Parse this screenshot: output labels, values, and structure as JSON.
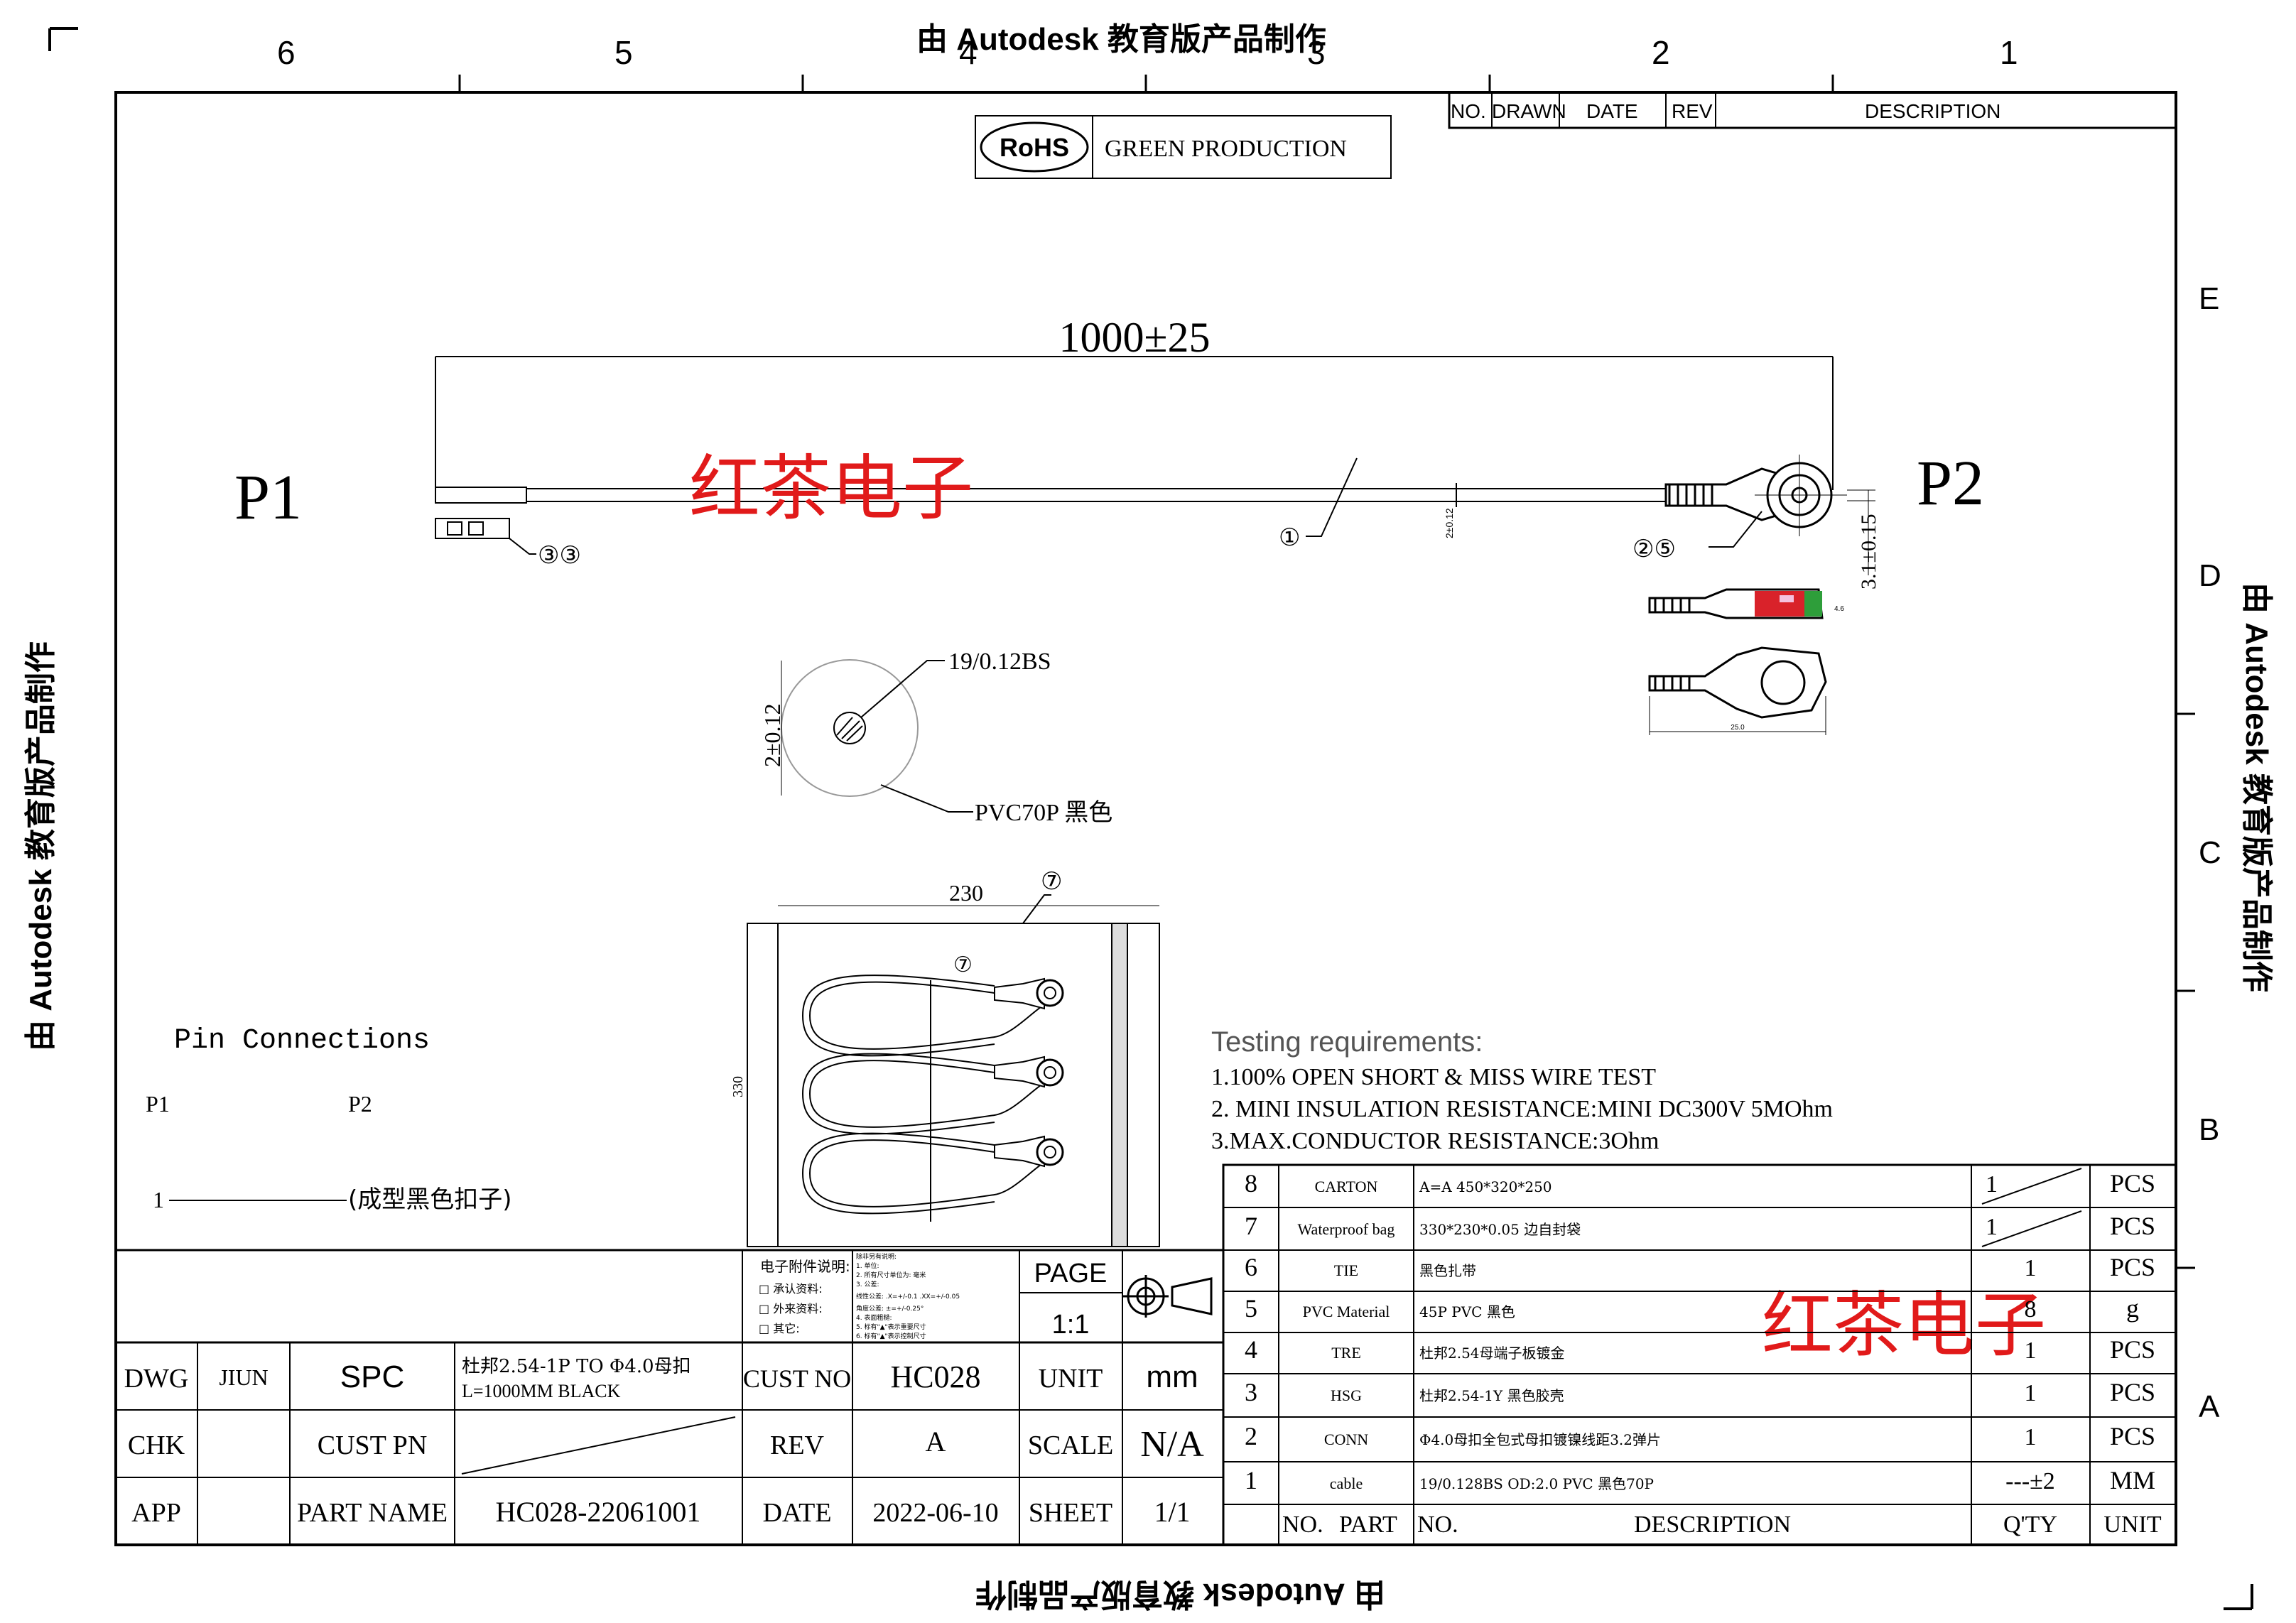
{
  "watermark": {
    "top": "由 Autodesk 教育版产品制作",
    "left": "由 Autodesk 教育版产品制作",
    "right": "由 Autodesk 教育版产品制作",
    "bottom": "由 Autodesk 教育版产品制作"
  },
  "zones": {
    "columns": [
      "6",
      "5",
      "4",
      "3",
      "2",
      "1"
    ],
    "rows": [
      "E",
      "D",
      "C",
      "B",
      "A"
    ]
  },
  "revision_table": {
    "headers": [
      "NO.",
      "DRAWN",
      "DATE",
      "REV",
      "DESCRIPTION"
    ]
  },
  "rohs": {
    "badge": "RoHS",
    "text": "GREEN  PRODUCTION"
  },
  "cable": {
    "length": "1000±25",
    "p1": "P1",
    "p2": "P2",
    "callout_1": "①",
    "callout_33": "③③",
    "callout_25": "②⑤",
    "dim_small": "2±0.12",
    "dim_snap": "3.1±0.15",
    "dim_tiny": "4.6",
    "dim_snap_len": "25.0"
  },
  "section": {
    "conductor": "19/0.12BS",
    "insulation": "PVC70P 黑色",
    "diameter": "2±0.12"
  },
  "package": {
    "width": "230",
    "height": "330",
    "callout": "⑦",
    "callout_inner": "⑦"
  },
  "brand_overlay": "红茶电子",
  "pin_connections": {
    "title": "Pin Connections",
    "col1": "P1",
    "col2": "P2",
    "row_pin": "1",
    "row_desc": "(成型黑色扣子)"
  },
  "testing": {
    "title": "Testing requirements:",
    "lines": [
      "1.100% OPEN SHORT & MISS WIRE TEST",
      "2. MINI INSULATION RESISTANCE:MINI DC300V 5MOhm",
      "3.MAX.CONDUCTOR RESISTANCE:3Ohm"
    ]
  },
  "bom": {
    "rows": [
      {
        "no": "8",
        "part": "CARTON",
        "desc": "A=A 450*320*250",
        "qty": "1",
        "unit": "PCS"
      },
      {
        "no": "7",
        "part": "Waterproof bag",
        "desc": "330*230*0.05 边自封袋",
        "qty": "1",
        "unit": "PCS"
      },
      {
        "no": "6",
        "part": "TIE",
        "desc": "黑色扎带",
        "qty": "1",
        "unit": "PCS"
      },
      {
        "no": "5",
        "part": "PVC Material",
        "desc": "45P PVC 黑色",
        "qty": "8",
        "unit": "g"
      },
      {
        "no": "4",
        "part": "TRE",
        "desc": "杜邦2.54母端子板镀金",
        "qty": "1",
        "unit": "PCS"
      },
      {
        "no": "3",
        "part": "HSG",
        "desc": "杜邦2.54-1Y 黑色胶壳",
        "qty": "1",
        "unit": "PCS"
      },
      {
        "no": "2",
        "part": "CONN",
        "desc": "Φ4.0母扣全包式母扣镀镍线距3.2弹片",
        "qty": "1",
        "unit": "PCS"
      },
      {
        "no": "1",
        "part": "cable",
        "desc": "19/0.128BS OD:2.0 PVC 黑色70P",
        "qty": "---±2",
        "unit": "MM"
      }
    ],
    "header": {
      "no": "NO.",
      "part": "PART",
      "pno": "NO.",
      "desc": "DESCRIPTION",
      "qty": "Q'TY",
      "unit": "UNIT"
    }
  },
  "notes_block": {
    "title": "电子附件说明:",
    "items": [
      "□ 承认资料:",
      "□ 外来资料:",
      "□ 其它:"
    ],
    "tol_lines": [
      "除非另有说明:",
      "1. 单位:",
      "2. 所有尺寸单位为: 毫米",
      "3. 公差:",
      "线性公差: .X=+/-0.1  .XX=+/-0.05",
      "角度公差: ±=+/-0.25°",
      "4. 表面粗糙:",
      "5. 标有\"▲\"表示重要尺寸",
      "6. 标有\"▲\"表示控制尺寸"
    ],
    "page_label": "PAGE",
    "page_value": "1:1"
  },
  "title_block": {
    "dwg_label": "DWG",
    "dwg_by": "JIUN",
    "spc": "SPC",
    "desc_line1": "杜邦2.54-1P TO  Φ4.0母扣",
    "desc_line2": "L=1000MM BLACK",
    "cust_no_label": "CUST NO",
    "cust_no": "HC028",
    "unit_label": "UNIT",
    "unit": "mm",
    "chk_label": "CHK",
    "cust_pn_label": "CUST PN",
    "rev_label": "REV",
    "rev": "A",
    "scale_label": "SCALE",
    "scale": "N/A",
    "app_label": "APP",
    "part_name_label": "PART NAME",
    "part_name": "HC028-22061001",
    "date_label": "DATE",
    "date": "2022-06-10",
    "sheet_label": "SHEET",
    "sheet": "1/1"
  }
}
